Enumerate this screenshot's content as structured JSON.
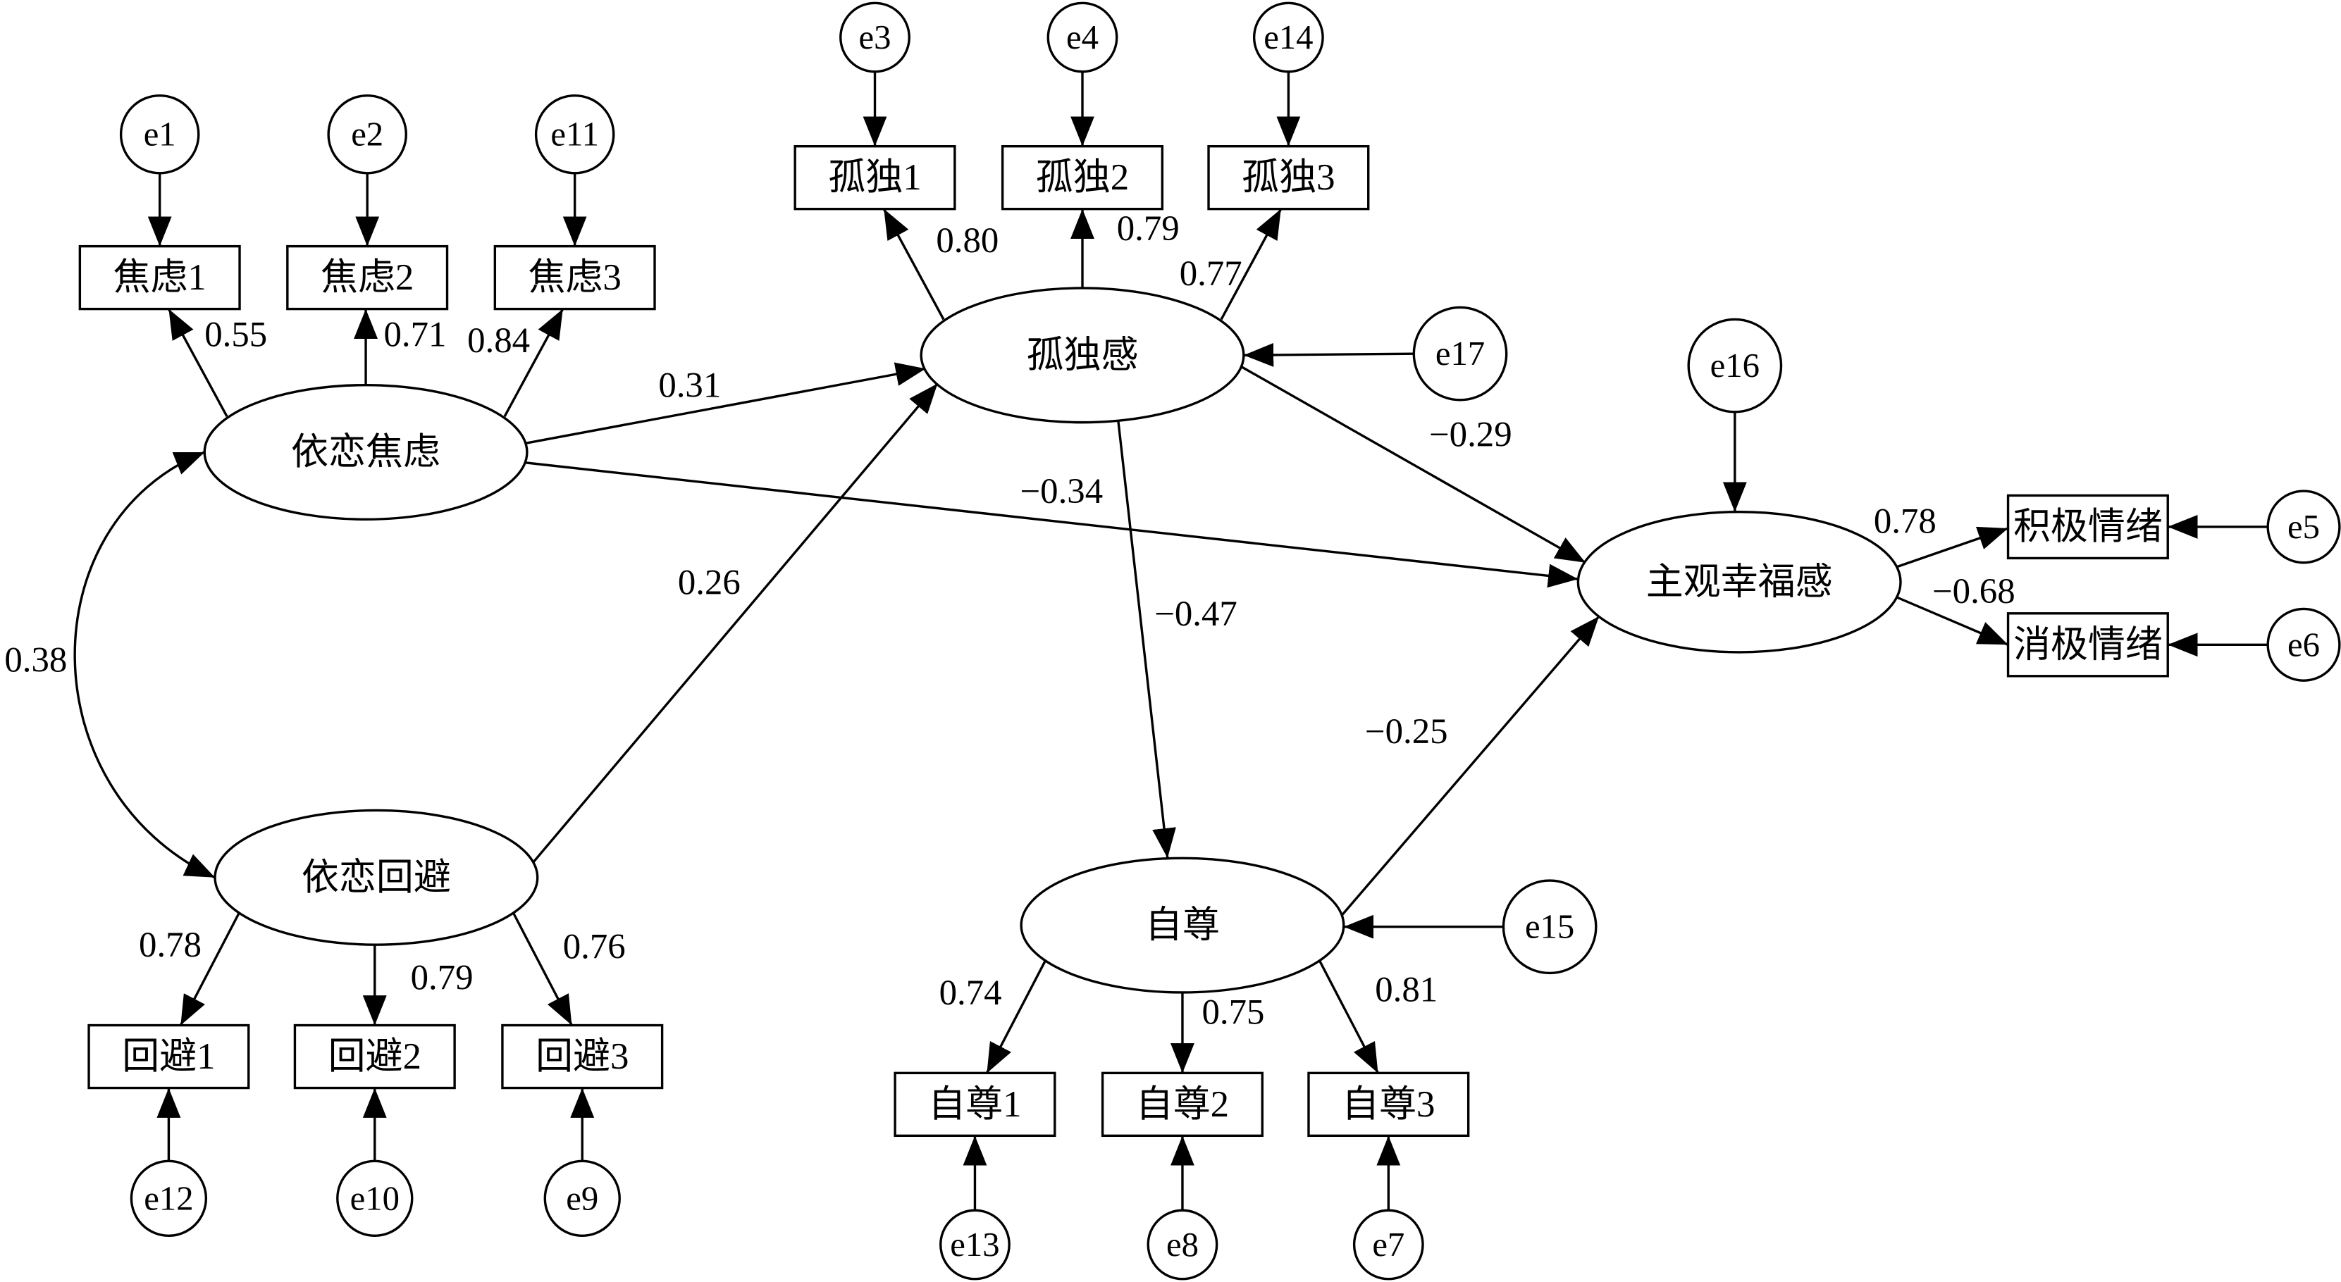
{
  "latent": {
    "attachment_anxiety": "依恋焦虑",
    "attachment_avoidance": "依恋回避",
    "loneliness": "孤独感",
    "self_esteem": "自尊",
    "subjective_wellbeing": "主观幸福感"
  },
  "observed": {
    "anxiety_1": "焦虑1",
    "anxiety_2": "焦虑2",
    "anxiety_3": "焦虑3",
    "lonely_1": "孤独1",
    "lonely_2": "孤独2",
    "lonely_3": "孤独3",
    "avoid_1": "回避1",
    "avoid_2": "回避2",
    "avoid_3": "回避3",
    "esteem_1": "自尊1",
    "esteem_2": "自尊2",
    "esteem_3": "自尊3",
    "positive_affect": "积极情绪",
    "negative_affect": "消极情绪"
  },
  "errors": {
    "e1": "e1",
    "e2": "e2",
    "e11": "e11",
    "e3": "e3",
    "e4": "e4",
    "e14": "e14",
    "e17": "e17",
    "e16": "e16",
    "e5": "e5",
    "e6": "e6",
    "e15": "e15",
    "e12": "e12",
    "e10": "e10",
    "e9": "e9",
    "e13": "e13",
    "e8": "e8",
    "e7": "e7"
  },
  "coefficients": {
    "anxiety_to_anxiety_1": "0.55",
    "anxiety_to_anxiety_2": "0.71",
    "anxiety_to_anxiety_3": "0.84",
    "loneliness_to_lonely_1": "0.80",
    "loneliness_to_lonely_2": "0.79",
    "loneliness_to_lonely_3": "0.77",
    "anxiety_to_loneliness": "0.31",
    "anxiety_to_wellbeing": "−0.34",
    "avoidance_to_loneliness": "0.26",
    "anxiety_with_avoidance": "0.38",
    "loneliness_to_wellbeing": "−0.29",
    "loneliness_to_self_esteem": "−0.47",
    "self_esteem_to_wellbeing": "−0.25",
    "wellbeing_to_positive": "0.78",
    "wellbeing_to_negative": "−0.68",
    "avoidance_to_avoid_1": "0.78",
    "avoidance_to_avoid_2": "0.79",
    "avoidance_to_avoid_3": "0.76",
    "self_esteem_to_esteem_1": "0.74",
    "self_esteem_to_esteem_2": "0.75",
    "self_esteem_to_esteem_3": "0.81"
  }
}
